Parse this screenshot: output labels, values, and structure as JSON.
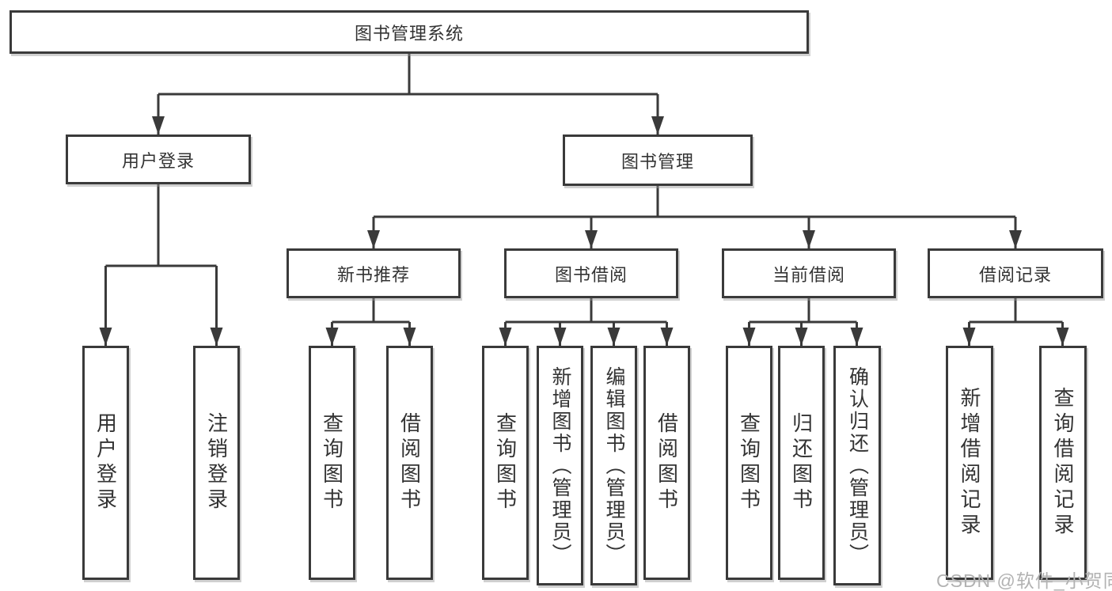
{
  "diagram": {
    "root": {
      "label": "图书管理系统"
    },
    "branches": [
      {
        "label": "用户登录",
        "children": [
          {
            "label": "用户登录"
          },
          {
            "label": "注销登录"
          }
        ]
      },
      {
        "label": "图书管理",
        "children": [
          {
            "label": "新书推荐",
            "children": [
              {
                "label": "查询图书"
              },
              {
                "label": "借阅图书"
              }
            ]
          },
          {
            "label": "图书借阅",
            "children": [
              {
                "label": "查询图书"
              },
              {
                "label": "新增图书（管理员）"
              },
              {
                "label": "编辑图书（管理员）"
              },
              {
                "label": "借阅图书"
              }
            ]
          },
          {
            "label": "当前借阅",
            "children": [
              {
                "label": "查询图书"
              },
              {
                "label": "归还图书"
              },
              {
                "label": "确认归还（管理员）"
              }
            ]
          },
          {
            "label": "借阅记录",
            "children": [
              {
                "label": "新增借阅记录"
              },
              {
                "label": "查询借阅记录"
              }
            ]
          }
        ]
      }
    ]
  },
  "watermark": {
    "text": "CSDN @软件_小贺同学"
  },
  "colors": {
    "line": "#3a3a3a",
    "box_border": "#3a3a3a",
    "box_fill": "#ffffff",
    "text": "#333333",
    "watermark": "#b2b2b2",
    "background": "#ffffff"
  }
}
